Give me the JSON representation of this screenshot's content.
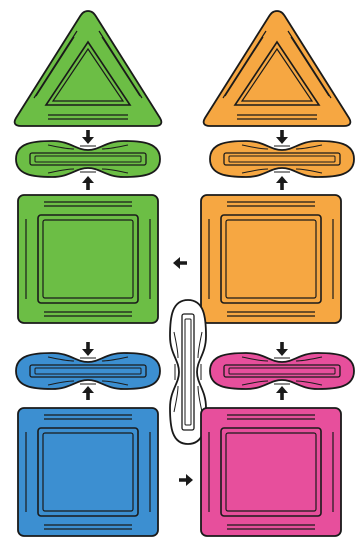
{
  "colors": {
    "green": "#6cbe45",
    "orange": "#f6a742",
    "blue": "#3c8fd1",
    "pink": "#e74f9c",
    "white": "#ffffff",
    "outline": "#1a1a1a"
  },
  "pieces": [
    {
      "kind": "triangle",
      "color": "green"
    },
    {
      "kind": "triangle",
      "color": "orange"
    },
    {
      "kind": "connector",
      "color": "green"
    },
    {
      "kind": "connector",
      "color": "orange"
    },
    {
      "kind": "square",
      "color": "green"
    },
    {
      "kind": "square",
      "color": "orange"
    },
    {
      "kind": "connector",
      "color": "blue"
    },
    {
      "kind": "connector",
      "color": "pink"
    },
    {
      "kind": "connector",
      "color": "white",
      "orientation": "vertical"
    },
    {
      "kind": "square",
      "color": "blue"
    },
    {
      "kind": "square",
      "color": "pink"
    }
  ],
  "arrows": [
    {
      "direction": "down"
    },
    {
      "direction": "up"
    },
    {
      "direction": "down"
    },
    {
      "direction": "up"
    },
    {
      "direction": "down"
    },
    {
      "direction": "up"
    },
    {
      "direction": "down"
    },
    {
      "direction": "up"
    },
    {
      "direction": "left"
    },
    {
      "direction": "right"
    }
  ]
}
